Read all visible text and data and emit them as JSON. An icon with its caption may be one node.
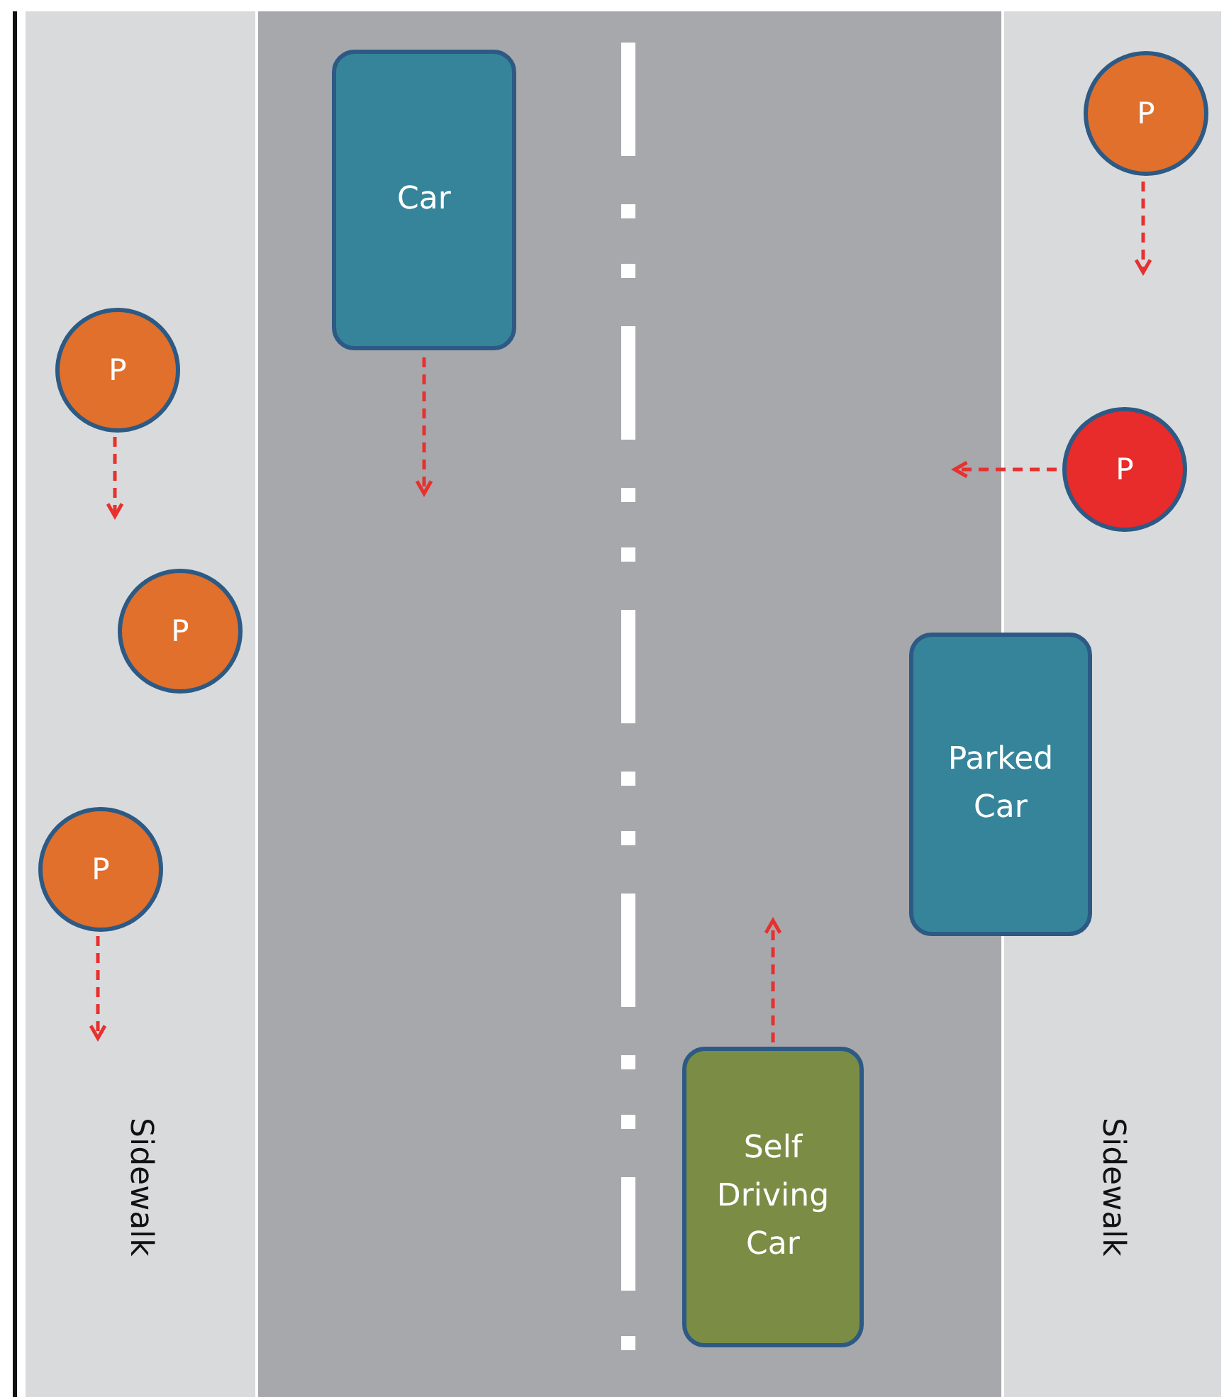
{
  "diagram": {
    "nodes": [
      {
        "text": [
          "Sidewalk"
        ]
      },
      {
        "text": [
          "Sidewalk"
        ]
      },
      {
        "text": [
          "Car"
        ]
      },
      {
        "text": [
          "P"
        ],
        "in": 1
      },
      {
        "text": [
          "P"
        ],
        "in": 0
      },
      {
        "text": [
          "P"
        ],
        "in": 1
      },
      {
        "text": [
          "P"
        ],
        "in": 0
      },
      {
        "text": [
          "Parked Car"
        ]
      },
      {
        "text": [
          "P"
        ],
        "in": 0
      },
      {
        "text": [
          "Self Driving Car"
        ]
      }
    ],
    "edges": [
      {
        "from": 2,
        "to": null,
        "arrow": "to",
        "style": "dashed"
      },
      {
        "from": 3,
        "to": null,
        "arrow": "to",
        "style": "dashed"
      },
      {
        "from": 4,
        "to": null,
        "arrow": "to",
        "style": "dashed"
      },
      {
        "from": 5,
        "to": null,
        "arrow": "to",
        "style": "dashed"
      },
      {
        "from": 8,
        "to": null,
        "arrow": "to",
        "style": "dashed"
      },
      {
        "from": 9,
        "to": null,
        "arrow": "to",
        "style": "dashed"
      }
    ]
  }
}
